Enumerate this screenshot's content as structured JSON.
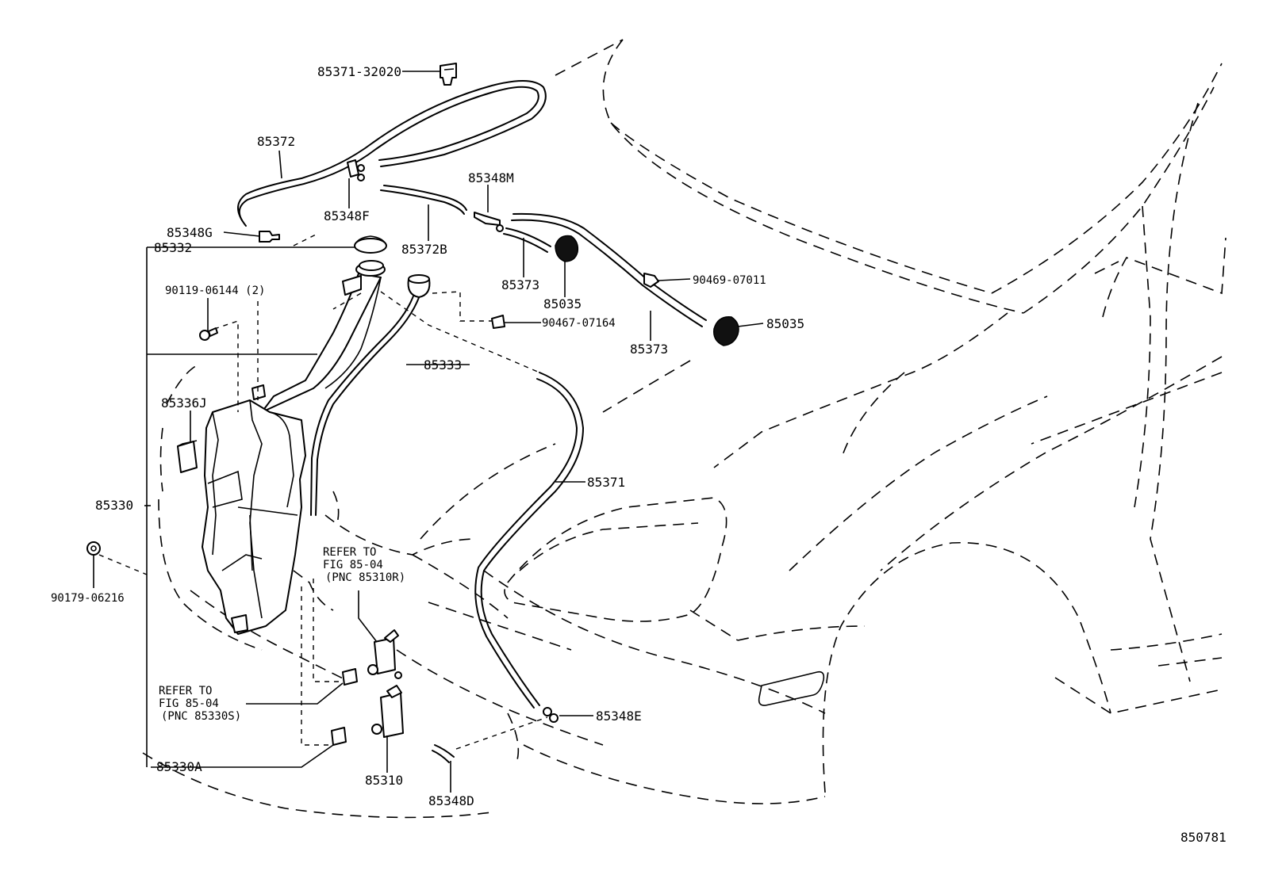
{
  "diagram_id": "850781",
  "labels": {
    "p85371_32020": "85371-32020",
    "p85372": "85372",
    "p85348F": "85348F",
    "p85348G": "85348G",
    "p85332": "85332",
    "p90119": "90119-06144 (2)",
    "p85336J": "85336J",
    "p85330": "85330",
    "p90179": "90179-06216",
    "p85372B": "85372B",
    "p85348M": "85348M",
    "p85373a": "85373",
    "p85035a": "85035",
    "p90469": "90469-07011",
    "p85035b": "85035",
    "p85373b": "85373",
    "p90467": "90467-07164",
    "p85333": "85333",
    "p85371": "85371",
    "p85348E": "85348E",
    "p85310": "85310",
    "p85348D": "85348D",
    "p85330A": "85330A"
  },
  "refer_r": [
    "REFER TO",
    "FIG 85-04",
    "(PNC 85310R)"
  ],
  "refer_s": [
    "REFER TO",
    "FIG 85-04",
    "(PNC 85330S)"
  ]
}
